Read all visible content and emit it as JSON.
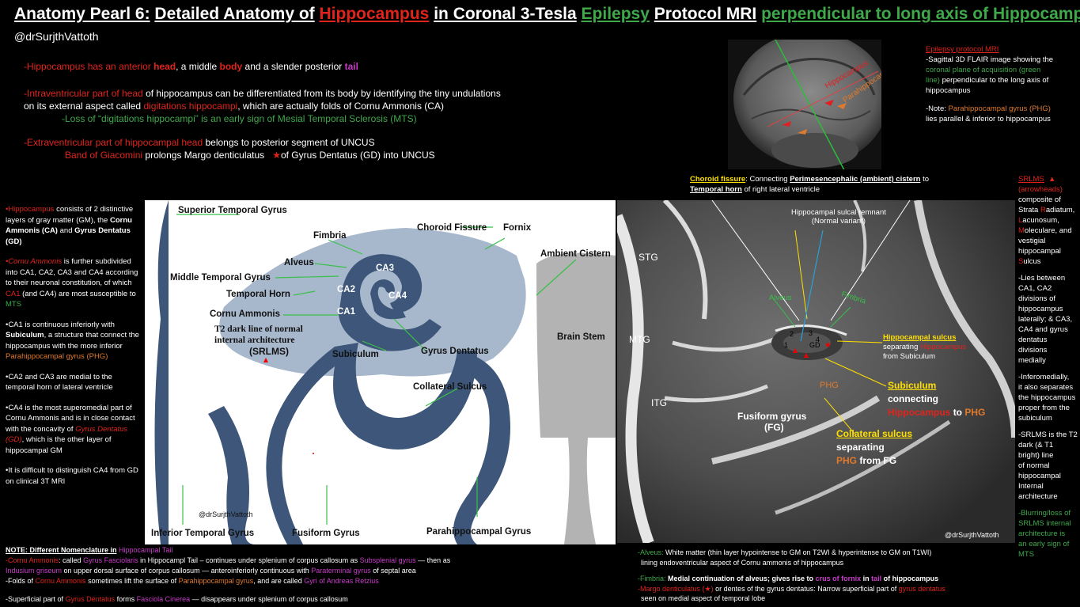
{
  "title": {
    "prefix": "Anatomy Pearl 6:",
    "p1": "Detailed Anatomy of",
    "hippo": "Hippocampus",
    "p2": "in Coronal 3-Tesla",
    "epilepsy": "Epilepsy",
    "p3": "Protocol MRI",
    "perp": "perpendicular to long axis of  Hippocampus"
  },
  "handle": "@drSurjthVattoth",
  "intro": {
    "l1a": "-Hippocampus  has an anterior",
    "l1head": "head",
    "l1b": ", a middle",
    "l1body": "body",
    "l1c": "and a slender  posterior",
    "l1tail": "tail",
    "l2a": "-Intraventricular part of head",
    "l2b": "of  hippocampus  can be differentiated from its body by identifying  the tiny undulations",
    "l3a": "on its external aspect called",
    "l3b": "digitations hippocampi",
    "l3c": ",  which are actually folds of  Cornu Ammonis  (CA)",
    "l4": "-Loss of “digitations hippocampi”  is  an early sign of Mesial Temporal Sclerosis (MTS)",
    "l5a": "-Extraventricular part of hippocampal  head",
    "l5b": "belongs to posterior segment of UNCUS",
    "l6a": "Band of Giacomini",
    "l6b": "prolongs Margo denticulatus",
    "l6star": "★",
    "l6c": "of Gyrus Dentatus (GD) into UNCUS"
  },
  "sag_note": {
    "title": "Epilepsy protocol MRI",
    "l1": "-Sagittal 3D FLAIR image showing the",
    "l2": "coronal plane of acquisition (green",
    "l3": "line)",
    "l3b": "perpendicular to the long axis of",
    "l4": "hippocampus",
    "l5a": "-Note:",
    "l5b": "Parahippocampal gyrus (PHG)",
    "l6": "lies parallel & inferior to hippocampus",
    "img_hippo": "Hippocampus",
    "img_phg": "Parahippocampal gyrus"
  },
  "left_col": {
    "p1a": "•Hippocampus",
    "p1b": "consists of 2 distinctive layers of gray matter (GM),  the",
    "p1c": "Cornu Ammonis (CA)",
    "p1d": "and",
    "p1e": "Gyrus  Dentatus (GD)",
    "p2a": "•Cornu Ammonis",
    "p2b": "is further subdivided into CA1, CA2, CA3 and CA4 according to their neuronal constitution, of which",
    "p2c": "CA1",
    "p2d": "(and CA4) are most susceptible to",
    "p2e": "MTS",
    "p3a": "•CA1 is continuous inferiorly with",
    "p3b": "Subiculum",
    "p3c": ", a structure that connect the hippocampus with the more inferior",
    "p3d": "Parahippocampal  gyrus  (PHG)",
    "p4": "•CA2 and CA3 are medial to the temporal horn of lateral ventricle",
    "p5a": "•CA4 is the most superomedial part of Cornu Ammonis and is in close contact with the concavity of",
    "p5b": "Gyrus Dentatus (GD)",
    "p5c": ",  which is the other layer of hippocampal GM",
    "p6": "•It is difficult to distinguish CA4 from GD on clinical 3T MRI"
  },
  "diagram": {
    "stg": "Superior Temporal Gyrus",
    "mtg": "Middle Temporal Gyrus",
    "itg": "Inferior Temporal Gyrus",
    "fusiform": "Fusiform Gyrus",
    "phg": "Parahippocampal Gyrus",
    "fimbria": "Fimbria",
    "alveus": "Alveus",
    "choroid": "Choroid Fissure",
    "fornix": "Fornix",
    "ambient": "Ambient Cistern",
    "brainstem": "Brain Stem",
    "temporal_horn": "Temporal Horn",
    "cornu": "Cornu Ammonis",
    "t2a": "T2 dark line of normal",
    "t2b": "internal architecture",
    "srlms": "(SRLMS)",
    "subiculum": "Subiculum",
    "gd": "Gyrus Dentatus",
    "collateral": "Collateral Sulcus",
    "ca1": "CA1",
    "ca2": "CA2",
    "ca3": "CA3",
    "ca4": "CA4",
    "watermark": "@drSurjthVattoth"
  },
  "mri": {
    "choroid_a": "Choroid fissure",
    "choroid_b": ":  Connecting",
    "choroid_c": "Perimesencephalic (ambient) cistern",
    "choroid_d": "to",
    "choroid_e": "Temporal horn",
    "choroid_f": "of right lateral ventricle",
    "sulcal_a": "Hippocampal sulcal remnant",
    "sulcal_b": "(Normal variant)",
    "stg": "STG",
    "mtg": "MTG",
    "itg": "ITG",
    "alveus": "Alveus",
    "fimbria": "Fimbria",
    "n1": "1",
    "n2": "2",
    "n3": "3",
    "n4": "4",
    "gd": "GD",
    "hs_a": "Hippocampal sulcus",
    "hs_b": "separating",
    "hs_c": "Hippocampus",
    "hs_d": "from Subiculum",
    "phg": "PHG",
    "sub_a": "Subiculum",
    "sub_b": "connecting",
    "sub_c": "Hippocampus",
    "sub_d": "to",
    "sub_e": "PHG",
    "fg_a": "Fusiform gyrus",
    "fg_b": "(FG)",
    "cs_a": "Collateral sulcus",
    "cs_b": "separating",
    "cs_c": "PHG",
    "cs_d": "from FG",
    "watermark": "@drSurjthVattoth"
  },
  "right_col": {
    "srlms": "SRLMS",
    "tri": "▲",
    "arrow": "(arrowheads)",
    "c1": "composite of",
    "c2a": "Strata",
    "c2b": "R",
    "c2c": "adiatum,",
    "c3a": "L",
    "c3b": "acunosum,",
    "c4a": "M",
    "c4b": "oleculare, and",
    "c5": "vestigial",
    "c6": "hippocampal",
    "c7a": "S",
    "c7b": "ulcus",
    "d1": "-Lies between",
    "d2": "CA1, CA2",
    "d3": "divisions  of",
    "d4": "hippocampus",
    "d5": "laterally; & CA3,",
    "d6": "CA4 and gyrus",
    "d7": "dentatus",
    "d8": "divisions",
    "d9": "medially",
    "e1": "-Inferomedially,",
    "e2": "it also separates",
    "e3": "the hippocampus",
    "e4": "proper from the",
    "e5": "subiculum",
    "f1": "-SRLMS  is the T2",
    "f2": "dark (& T1",
    "f3": "bright) line",
    "f4": "of normal",
    "f5": "hippocampal",
    "f6": "Internal",
    "f7": "architecture",
    "g1": "-Blurring/loss of",
    "g2": "SRLMS internal",
    "g3": "architecture is",
    "g4": "an early sign of",
    "g5": "MTS"
  },
  "bottom_left": {
    "t1": "NOTE:  Different Nomenclature in",
    "t1b": "Hippocampal Tail",
    "l1a": "-Cornu Ammonis",
    "l1b": ": called",
    "l1c": "Gyrus Fasciolaris",
    "l1d": "in Hippocampl Tail – continues under splenium of corpus callosum as",
    "l1e": "Subsplenial gyrus",
    "l1f": "— then as",
    "l2a": "Indusium griseum",
    "l2b": "on upper dorsal surface of corpus callosum — anteroinferiorly continuous with",
    "l2c": "Paraterminal gyrus",
    "l2d": "of septal area",
    "l3a": "-Folds of",
    "l3b": "Cornu Ammonis",
    "l3c": "sometimes lift the surface of",
    "l3d": "Parahippocampal gyrus",
    "l3e": ", and are  called",
    "l3f": "Gyri of Andreas Retzius",
    "l4a": "-Superficial part of",
    "l4b": "Gyrus Dentatus",
    "l4c": "forms",
    "l4d": "Fasciola Cinerea",
    "l4e": "— disappears under splenium of corpus callosum"
  },
  "bottom_right": {
    "a1": "-Alveus:",
    "a2": "White matter (thin layer hypointense to GM on T2WI & hyperintense to GM on T1WI)",
    "a3": "lining endoventricular aspect of Cornu ammonis of hippocampus",
    "b1": "-Fimbria:",
    "b2": "Medial continuation of alveus; gives rise to",
    "b3": "crus of fornix",
    "b4": "in",
    "b5": "tail",
    "b6": "of hippocampus",
    "c1": "-Margo denticulatus (",
    "c2": "★",
    "c3": ")",
    "c4": "or dentes of the gyrus dentatus: Narrow superficial part of",
    "c5": "gyrus dentatus",
    "c6": "seen on medial aspect of temporal lobe"
  }
}
